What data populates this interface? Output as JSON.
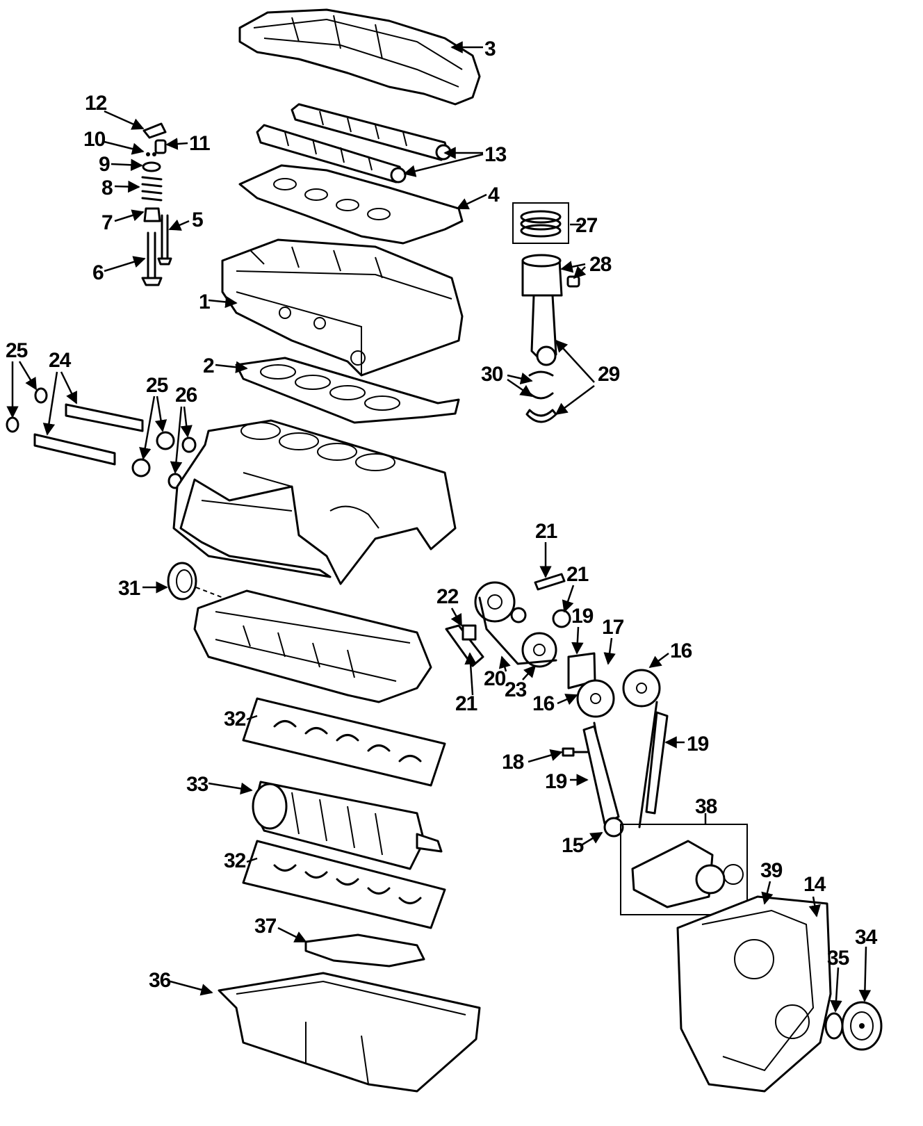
{
  "callouts": {
    "c1": "1",
    "c2": "2",
    "c3": "3",
    "c4": "4",
    "c5": "5",
    "c6": "6",
    "c7": "7",
    "c8": "8",
    "c9": "9",
    "c10": "10",
    "c11": "11",
    "c12": "12",
    "c13": "13",
    "c14": "14",
    "c15": "15",
    "c16a": "16",
    "c16b": "16",
    "c17": "17",
    "c18": "18",
    "c19a": "19",
    "c19b": "19",
    "c19c": "19",
    "c20": "20",
    "c21a": "21",
    "c21b": "21",
    "c21c": "21",
    "c22": "22",
    "c23": "23",
    "c24": "24",
    "c25a": "25",
    "c25b": "25",
    "c26": "26",
    "c27": "27",
    "c28": "28",
    "c29": "29",
    "c30": "30",
    "c31": "31",
    "c32a": "32",
    "c32b": "32",
    "c33": "33",
    "c34": "34",
    "c35": "35",
    "c36": "36",
    "c37": "37",
    "c38": "38",
    "c39": "39"
  }
}
